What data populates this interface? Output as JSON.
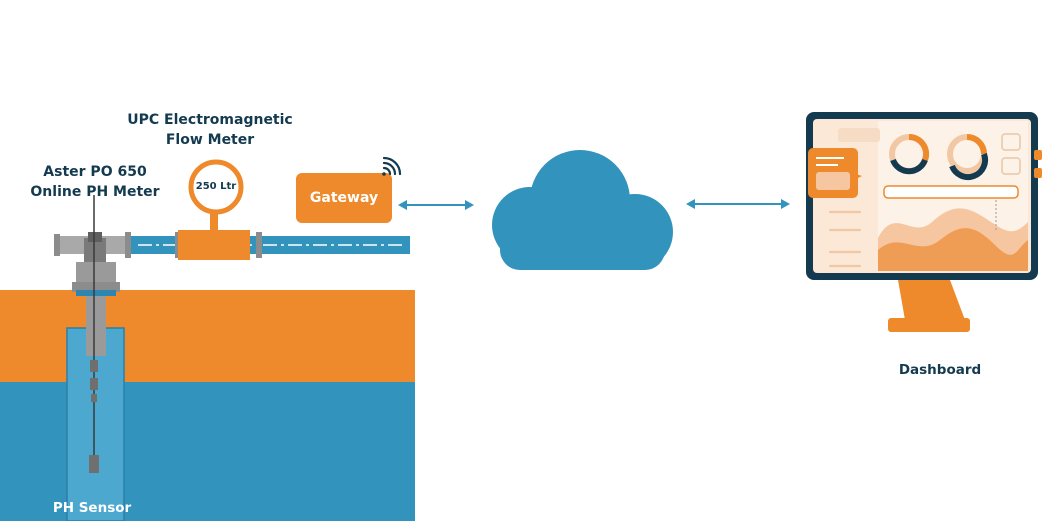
{
  "labels": {
    "flow_meter_line1": "UPC Electromagnetic",
    "flow_meter_line2": "Flow Meter",
    "ph_meter_line1": "Aster PO 650",
    "ph_meter_line2": "Online PH Meter",
    "gateway": "Gateway",
    "flow_reading": "250 Ltr",
    "ph_sensor": "PH Sensor",
    "dashboard": "Dashboard"
  },
  "colors": {
    "orange": "#ee8a2c",
    "blue": "#3293bc",
    "dark_text": "#143a4f",
    "gray": "#a9a9a9",
    "dark_gray": "#6f6f6f",
    "light_panel": "#fbe8d7"
  },
  "icons": [
    "wifi-icon",
    "cloud-icon",
    "double-arrow-icon",
    "monitor-icon",
    "donut-chart-icon",
    "area-chart-icon"
  ]
}
